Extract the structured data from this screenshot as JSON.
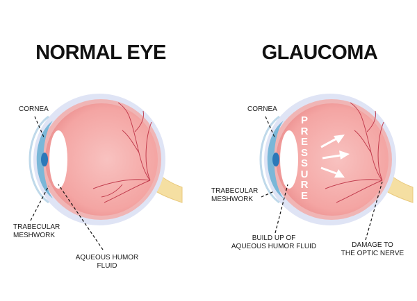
{
  "normal_eye": {
    "title": "NORMAL EYE",
    "labels": {
      "cornea": "CORNEA",
      "trabecular": "TRABECULAR\nMESHWORK",
      "aqueous": "AQUEOUS HUMOR\nFLUID"
    }
  },
  "glaucoma": {
    "title": "GLAUCOMA",
    "pressure_letters": [
      "P",
      "R",
      "E",
      "S",
      "S",
      "U",
      "R",
      "E"
    ],
    "labels": {
      "cornea": "CORNEA",
      "trabecular": "TRABECULAR\nMESHWORK",
      "buildup": "BUILD UP OF\nAQUEOUS HUMOR FLUID",
      "damage": "DAMAGE TO\nTHE OPTIC NERVE"
    }
  },
  "colors": {
    "sclera": "#dfe4f5",
    "eyeball": "#f4a5a3",
    "lens": "#ffffff",
    "iris": "#2b78b8",
    "cornea": "#7ab7d8",
    "optic_nerve": "#f5dfa2",
    "vessel": "#c23d4e"
  }
}
